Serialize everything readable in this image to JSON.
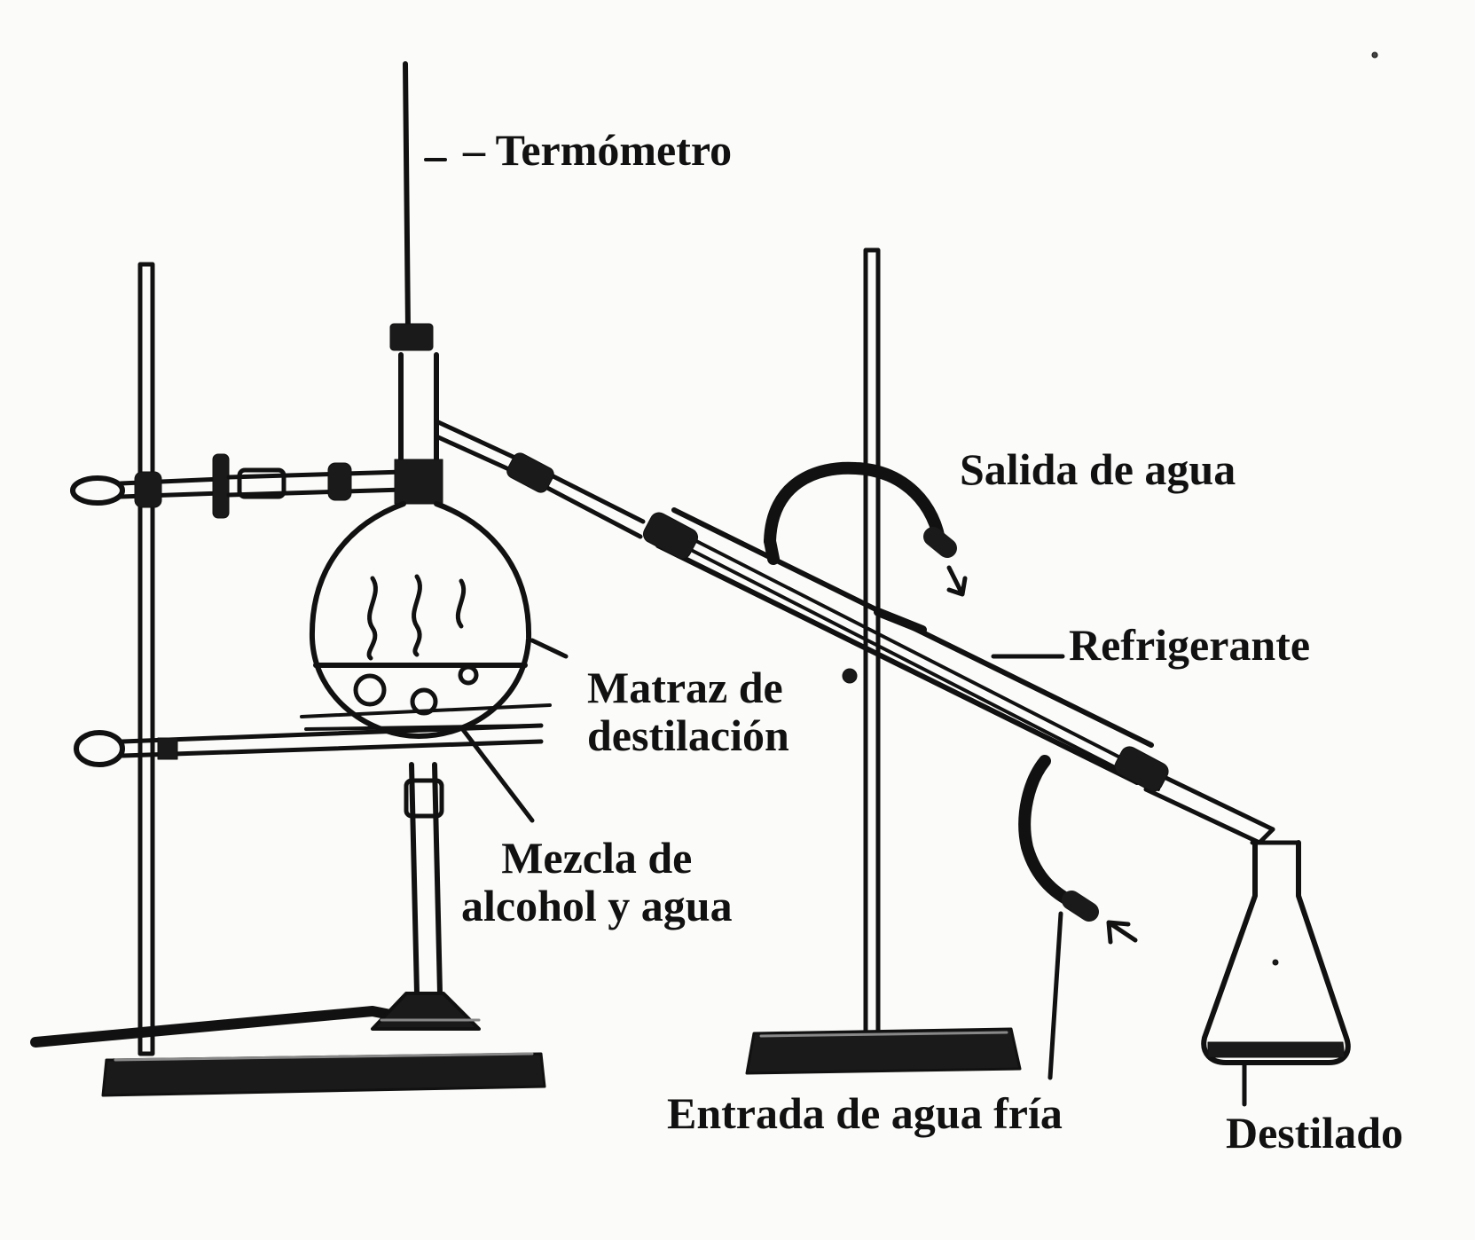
{
  "labels": {
    "thermometer": "– Termómetro",
    "water_outlet": "Salida de agua",
    "condenser": "Refrigerante",
    "flask_line1": "Matraz de",
    "flask_line2": "destilación",
    "mixture_line1": "Mezcla de",
    "mixture_line2": "alcohol y agua",
    "cold_water_inlet": "Entrada de agua fría",
    "distillate": "Destilado"
  },
  "colors": {
    "ink": "#111111",
    "paper": "#fbfbf9"
  },
  "icons": [
    "thermometer-icon",
    "round-bottom-flask-icon",
    "condenser-icon",
    "erlenmeyer-flask-icon",
    "bunsen-burner-icon",
    "arrow-icon"
  ]
}
